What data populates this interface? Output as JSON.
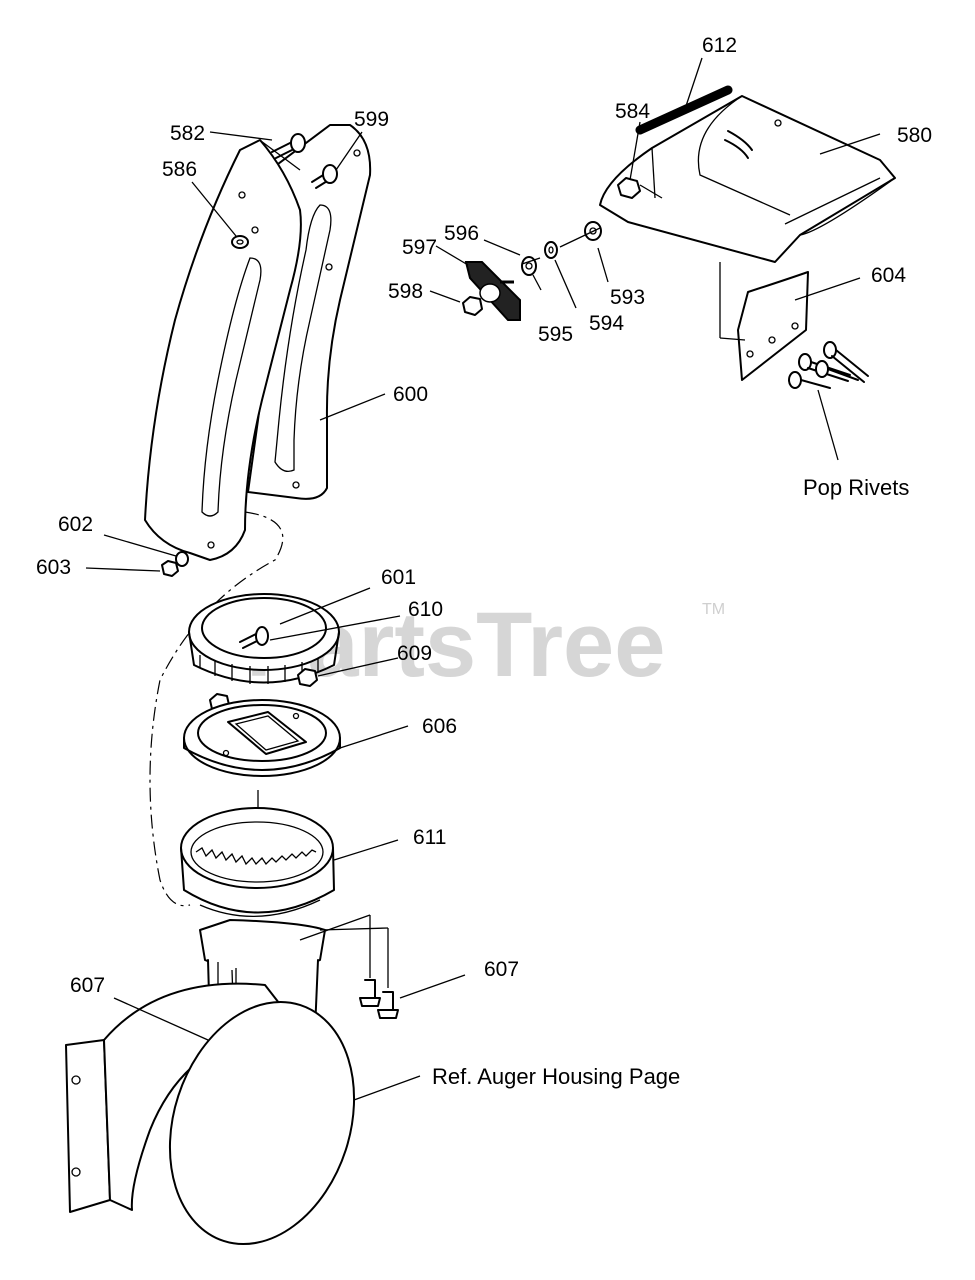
{
  "watermark": {
    "text": "PartsTree",
    "tm": "TM"
  },
  "callouts": {
    "p612": "612",
    "p584": "584",
    "p580": "580",
    "p582": "582",
    "p599": "599",
    "p586": "586",
    "p596": "596",
    "p597": "597",
    "p598": "598",
    "p595": "595",
    "p594": "594",
    "p593": "593",
    "p604": "604",
    "p600": "600",
    "pop_rivets": "Pop Rivets",
    "p602": "602",
    "p603": "603",
    "p601": "601",
    "p610": "610",
    "p609": "609",
    "p606": "606",
    "p611": "611",
    "p607_left": "607",
    "p607_right": "607",
    "ref_auger": "Ref. Auger Housing Page"
  }
}
